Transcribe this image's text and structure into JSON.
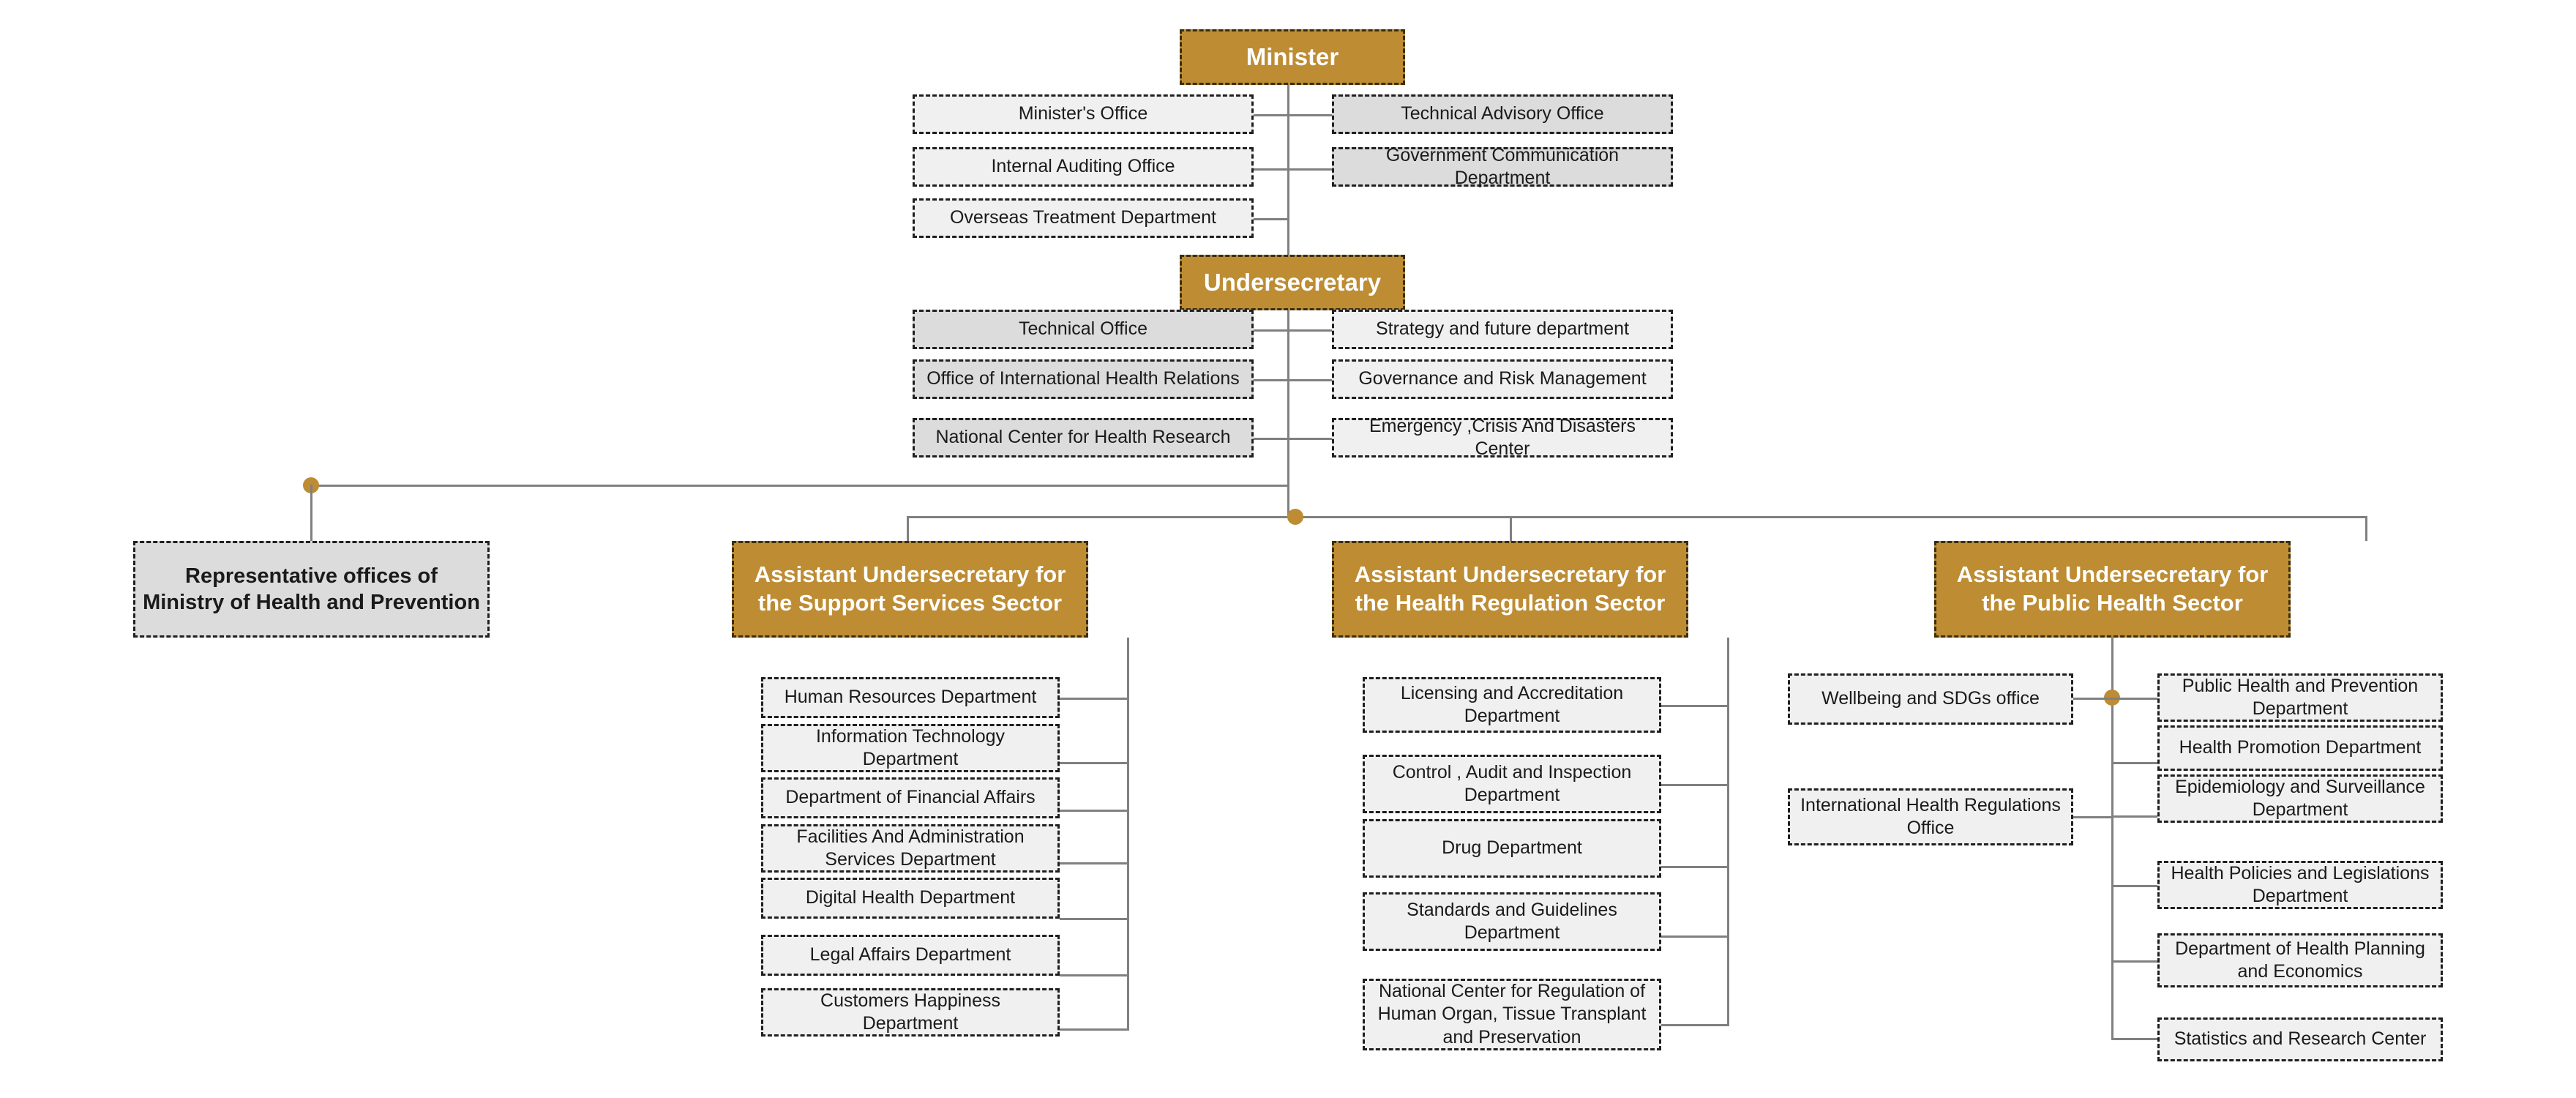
{
  "meta": {
    "title": "Ministry of Health and Prevention Organizational Structure",
    "colors": {
      "gold": "#BD8C33",
      "connector": "#808080",
      "box_light": "#f0f0f0",
      "box_dark": "#dcdcdc",
      "text_dark": "#1a1a1a",
      "text_on_gold": "#ffffff"
    }
  },
  "chart_data": {
    "type": "diagram",
    "diagram_type": "organizational-chart",
    "title": "Ministry of Health and Prevention Organizational Structure",
    "levels": [
      {
        "level": 1,
        "node": "Minister",
        "style": "gold",
        "staff_left": [
          "Minister's Office",
          "Internal Auditing Office",
          "Overseas Treatment Department"
        ],
        "staff_right": [
          "Technical Advisory Office",
          "Government Communication Department"
        ]
      },
      {
        "level": 2,
        "node": "Undersecretary",
        "style": "gold",
        "staff_left": [
          "Technical Office",
          "Office of International Health Relations",
          "National Center for Health Research"
        ],
        "staff_right": [
          "Strategy and future department",
          "Governance and Risk Management",
          "Emergency ,Crisis And Disasters Center"
        ]
      },
      {
        "level": 3,
        "nodes": [
          "Representative offices of Ministry of Health and Prevention",
          "Assistant Undersecretary for the Support Services Sector",
          "Assistant Undersecretary for the Health Regulation Sector",
          "Assistant Undersecretary for the Public Health Sector"
        ]
      }
    ]
  },
  "root": {
    "minister": "Minister",
    "undersecretary": "Undersecretary"
  },
  "minister_staff": {
    "left": [
      {
        "label": "Minister's Office"
      },
      {
        "label": "Internal Auditing Office"
      },
      {
        "label": "Overseas Treatment Department"
      }
    ],
    "right": [
      {
        "label": "Technical Advisory Office"
      },
      {
        "label": "Government Communication Department"
      }
    ]
  },
  "undersecretary_staff": {
    "left": [
      {
        "label": "Technical Office"
      },
      {
        "label": "Office of International Health Relations"
      },
      {
        "label": "National Center for Health Research"
      }
    ],
    "right": [
      {
        "label": "Strategy and future department"
      },
      {
        "label": "Governance and Risk Management"
      },
      {
        "label": "Emergency ,Crisis And Disasters Center"
      }
    ]
  },
  "representative": {
    "label": "Representative offices of Ministry of Health and Prevention"
  },
  "sectors": [
    {
      "id": "support-services",
      "header": "Assistant Undersecretary for the Support Services Sector",
      "items": [
        {
          "label": "Human Resources Department"
        },
        {
          "label": "Information Technology Department"
        },
        {
          "label": "Department of Financial Affairs"
        },
        {
          "label": "Facilities And Administration Services Department"
        },
        {
          "label": "Digital Health Department"
        },
        {
          "label": "Legal Affairs Department"
        },
        {
          "label": "Customers Happiness Department"
        }
      ]
    },
    {
      "id": "health-regulation",
      "header": "Assistant Undersecretary for the Health Regulation Sector",
      "items": [
        {
          "label": "Licensing and Accreditation Department"
        },
        {
          "label": "Control , Audit and Inspection Department"
        },
        {
          "label": "Drug Department"
        },
        {
          "label": "Standards and Guidelines Department"
        },
        {
          "label": "National Center for Regulation of Human Organ, Tissue Transplant and Preservation"
        }
      ]
    },
    {
      "id": "public-health",
      "header": "Assistant Undersecretary for the Public Health Sector",
      "items_left": [
        {
          "label": "Wellbeing and SDGs office"
        },
        {
          "label": "International Health Regulations Office"
        }
      ],
      "items_right": [
        {
          "label": "Public Health and Prevention Department"
        },
        {
          "label": "Health Promotion Department"
        },
        {
          "label": "Epidemiology and Surveillance Department"
        },
        {
          "label": "Health Policies and Legislations Department"
        },
        {
          "label": "Department of Health Planning and Economics"
        },
        {
          "label": "Statistics and Research Center"
        }
      ]
    }
  ]
}
